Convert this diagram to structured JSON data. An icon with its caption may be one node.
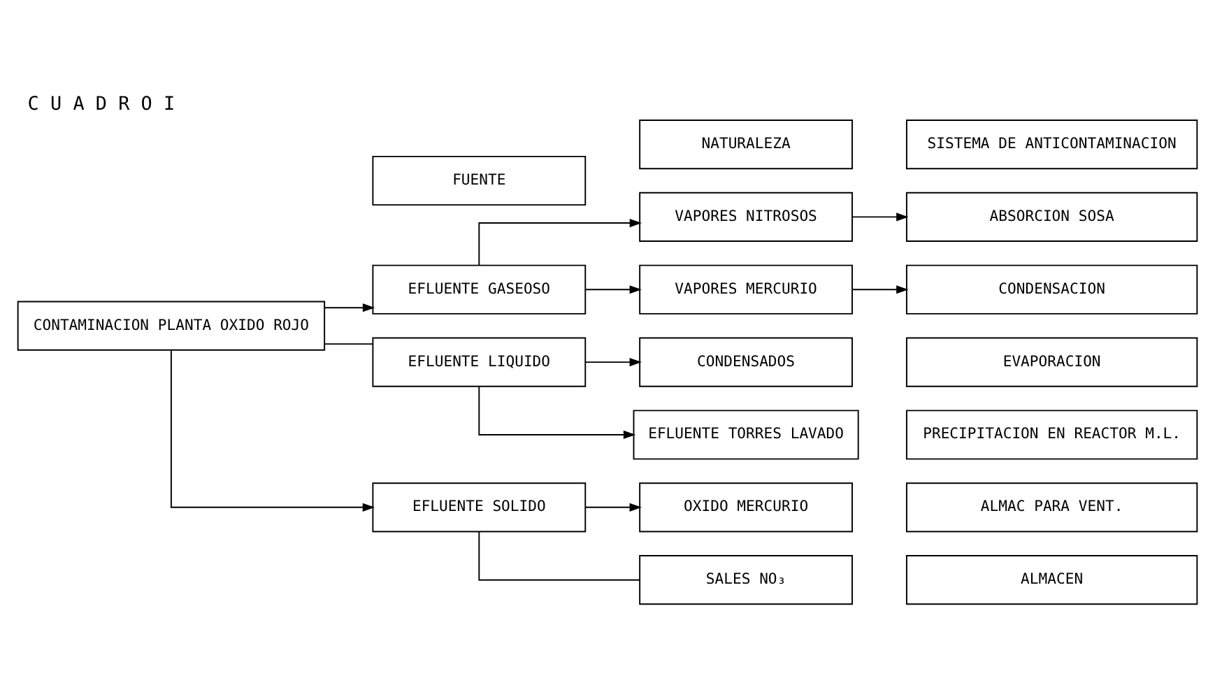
{
  "diagram": {
    "title": "C U A D R O I",
    "nodes": [
      {
        "text": [
          "FUENTE"
        ]
      },
      {
        "text": [
          "NATURALEZA"
        ]
      },
      {
        "text": [
          "SISTEMA DE ANTICONTAMINACION"
        ]
      },
      {
        "text": [
          "CONTAMINACION PLANTA OXIDO ROJO"
        ]
      },
      {
        "text": [
          "EFLUENTE GASEOSO"
        ]
      },
      {
        "text": [
          "VAPORES NITROSOS"
        ]
      },
      {
        "text": [
          "ABSORCION SOSA"
        ]
      },
      {
        "text": [
          "VAPORES MERCURIO"
        ]
      },
      {
        "text": [
          "CONDENSACION"
        ]
      },
      {
        "text": [
          "EFLUENTE LIQUIDO"
        ]
      },
      {
        "text": [
          "CONDENSADOS"
        ]
      },
      {
        "text": [
          "EVAPORACION"
        ]
      },
      {
        "text": [
          "EFLUENTE TORRES LAVADO"
        ]
      },
      {
        "text": [
          "PRECIPITACION EN REACTOR M.L."
        ]
      },
      {
        "text": [
          "OXIDO MERCURIO"
        ]
      },
      {
        "text": [
          "ALMAC PARA VENT."
        ]
      },
      {
        "text": [
          "EFLUENTE SOLIDO"
        ]
      },
      {
        "text": [
          "SALES NO₃"
        ]
      },
      {
        "text": [
          "ALMACEN"
        ]
      }
    ],
    "edges": [
      {
        "from": 3,
        "to": 4,
        "arrow": "to"
      },
      {
        "from": 3,
        "to": 9,
        "arrow": "none"
      },
      {
        "from": 3,
        "to": 16,
        "arrow": "to"
      },
      {
        "from": 4,
        "to": 5,
        "arrow": "to"
      },
      {
        "from": 4,
        "to": 7,
        "arrow": "to"
      },
      {
        "from": 5,
        "to": 6,
        "arrow": "to"
      },
      {
        "from": 7,
        "to": 8,
        "arrow": "to"
      },
      {
        "from": 9,
        "to": 10,
        "arrow": "to"
      },
      {
        "from": 9,
        "to": 12,
        "arrow": "to"
      },
      {
        "from": 16,
        "to": 14,
        "arrow": "to"
      },
      {
        "from": 16,
        "to": 17,
        "arrow": "none"
      }
    ]
  }
}
